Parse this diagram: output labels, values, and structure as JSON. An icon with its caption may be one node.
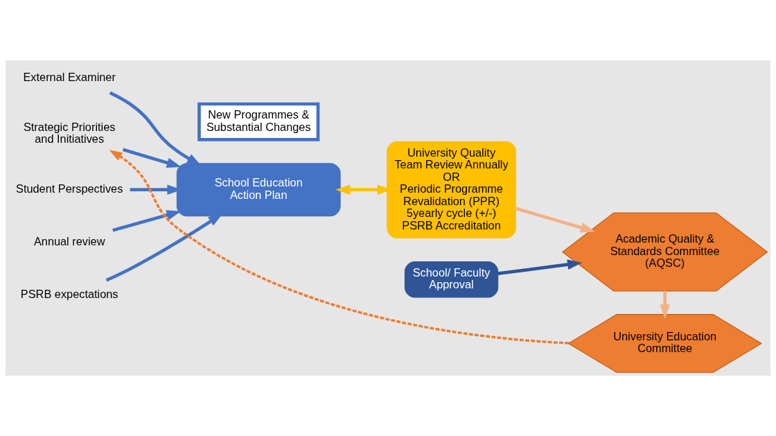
{
  "diagram": {
    "nodes": [
      {
        "text": [
          "External Examiner"
        ]
      },
      {
        "text": [
          "Student Perspectives"
        ]
      },
      {
        "text": [
          "Annual review"
        ]
      },
      {
        "text": [
          "Strategic Priorities and Initiatives"
        ]
      },
      {
        "text": [
          "PSRB expectations"
        ]
      },
      {
        "text": [
          "School Education Action Plan"
        ]
      },
      {
        "text": [
          "University Quality Team Review Annually",
          "OR",
          "Periodic Programme Revalidation (PPR) 5yearly cycle (+/-) PSRB Accreditation"
        ]
      },
      {
        "text": [
          "New Programmes & Substantial Changes"
        ]
      },
      {
        "text": [
          "School/ Faculty Approval"
        ]
      },
      {
        "text": [
          "Academic Quality & Standards Committee (AQSC)"
        ]
      },
      {
        "text": [
          "University Education Committee"
        ]
      }
    ],
    "edges": [
      {
        "from": 0,
        "to": 5,
        "arrow": "to"
      },
      {
        "from": 1,
        "to": 5,
        "arrow": "to"
      },
      {
        "from": 2,
        "to": 5,
        "arrow": "to"
      },
      {
        "from": 3,
        "to": 5,
        "arrow": "to"
      },
      {
        "from": 4,
        "to": 5,
        "arrow": "to"
      },
      {
        "from": 5,
        "to": 6,
        "arrow": "both",
        "color": "#ffc000"
      },
      {
        "from": 6,
        "to": 9,
        "arrow": "to",
        "color": "#f4b183"
      },
      {
        "from": 8,
        "to": 9,
        "arrow": "to",
        "color": "#2f5597"
      },
      {
        "from": 9,
        "to": 10,
        "arrow": "to",
        "color": "#f4b183"
      },
      {
        "from": 10,
        "to": 3,
        "arrow": "to",
        "style": "dashed",
        "color": "#ed7d31"
      }
    ]
  }
}
